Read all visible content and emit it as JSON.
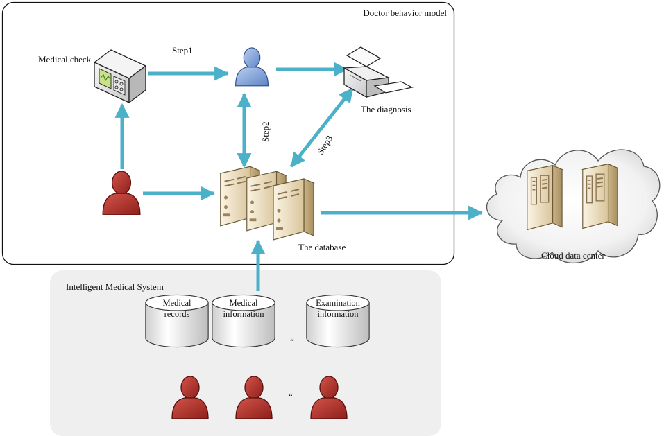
{
  "doctor_model": {
    "title": "Doctor behavior model"
  },
  "labels": {
    "medical_check": "Medical check",
    "step1": "Step1",
    "step2": "Step2",
    "step3": "Step3",
    "diagnosis": "The diagnosis",
    "database": "The database",
    "cloud": "Cloud data center"
  },
  "ims": {
    "title": "Intelligent Medical System",
    "databases": [
      {
        "line1": "Medical",
        "line2": "records"
      },
      {
        "line1": "Medical",
        "line2": "information"
      },
      {
        "line1": "Examination",
        "line2": "information"
      }
    ],
    "ellipsis": "“"
  },
  "colors": {
    "arrow": "#4bb1c9",
    "doctor": "#7b9fd6",
    "patient": "#b0302a",
    "server": "#e8d9b8",
    "panel": "#efefef"
  }
}
